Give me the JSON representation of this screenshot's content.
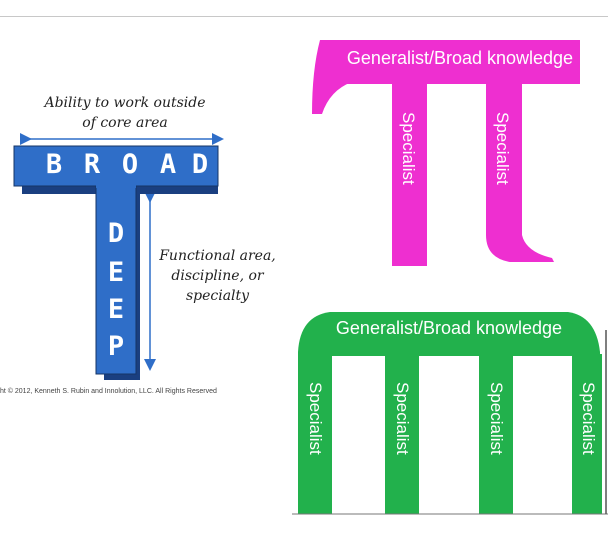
{
  "t_shape": {
    "top_note_line1": "Ability to work outside",
    "top_note_line2": "of core area",
    "broad_letters": [
      "B",
      "R",
      "O",
      "A",
      "D"
    ],
    "deep_letters": [
      "D",
      "E",
      "E",
      "P"
    ],
    "side_note_line1": "Functional area,",
    "side_note_line2": "discipline, or",
    "side_note_line3": "specialty",
    "copyright": "ht © 2012, Kenneth S. Rubin and Innolution, LLC. All Rights Reserved",
    "colors": {
      "blue": "#2f6ec8",
      "blue_dark": "#1a3f80"
    }
  },
  "pi_shape": {
    "bar_label": "Generalist/Broad knowledge",
    "leg_labels": [
      "Specialist",
      "Specialist"
    ],
    "color": "#ee2fd0"
  },
  "comb_shape": {
    "bar_label": "Generalist/Broad knowledge",
    "leg_labels": [
      "Specialist",
      "Specialist",
      "Specialist",
      "Specialist"
    ],
    "color": "#22b14c"
  }
}
